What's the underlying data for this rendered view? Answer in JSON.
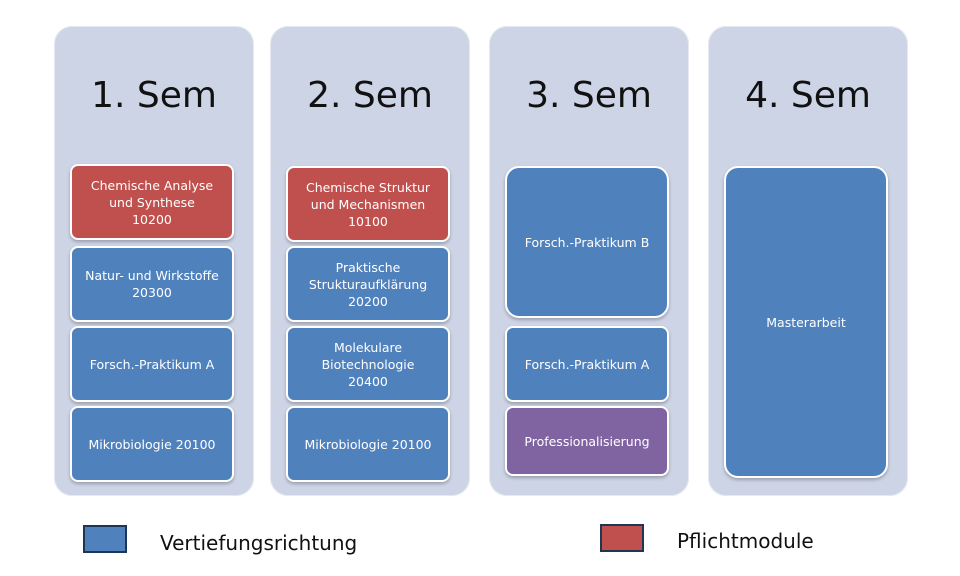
{
  "columns": [
    {
      "title": "1. Sem",
      "modules": [
        {
          "lines": [
            "Chemische Analyse",
            "und Synthese",
            "10200"
          ],
          "kind": "pflicht"
        },
        {
          "lines": [
            "Natur- und Wirkstoffe",
            "20300"
          ],
          "kind": "vertiefung"
        },
        {
          "lines": [
            "Forsch.-Praktikum A"
          ],
          "kind": "vertiefung"
        },
        {
          "lines": [
            "Mikrobiologie 20100"
          ],
          "kind": "vertiefung"
        }
      ]
    },
    {
      "title": "2. Sem",
      "modules": [
        {
          "lines": [
            "Chemische Struktur",
            "und Mechanismen",
            "10100"
          ],
          "kind": "pflicht"
        },
        {
          "lines": [
            "Praktische",
            "Strukturaufklärung",
            "20200"
          ],
          "kind": "vertiefung"
        },
        {
          "lines": [
            "Molekulare",
            "Biotechnologie",
            "20400"
          ],
          "kind": "vertiefung"
        },
        {
          "lines": [
            "Mikrobiologie 20100"
          ],
          "kind": "vertiefung"
        }
      ]
    },
    {
      "title": "3. Sem",
      "modules": [
        {
          "lines": [
            "Forsch.-Praktikum B"
          ],
          "kind": "vertiefung"
        },
        {
          "lines": [
            "Forsch.-Praktikum A"
          ],
          "kind": "vertiefung"
        },
        {
          "lines": [
            "Professionalisierung"
          ],
          "kind": "other"
        }
      ]
    },
    {
      "title": "4. Sem",
      "modules": [
        {
          "lines": [
            "Masterarbeit"
          ],
          "kind": "vertiefung"
        }
      ]
    }
  ],
  "legend": [
    {
      "label": "Vertiefungsrichtung",
      "color": "#4f81bd"
    },
    {
      "label": "Pflichtmodule",
      "color": "#c0504d"
    }
  ],
  "colors": {
    "vertiefung": "#4f81bd",
    "pflicht": "#c0504d",
    "other": "#8064a2",
    "column_bg": "#cdd4e6"
  }
}
